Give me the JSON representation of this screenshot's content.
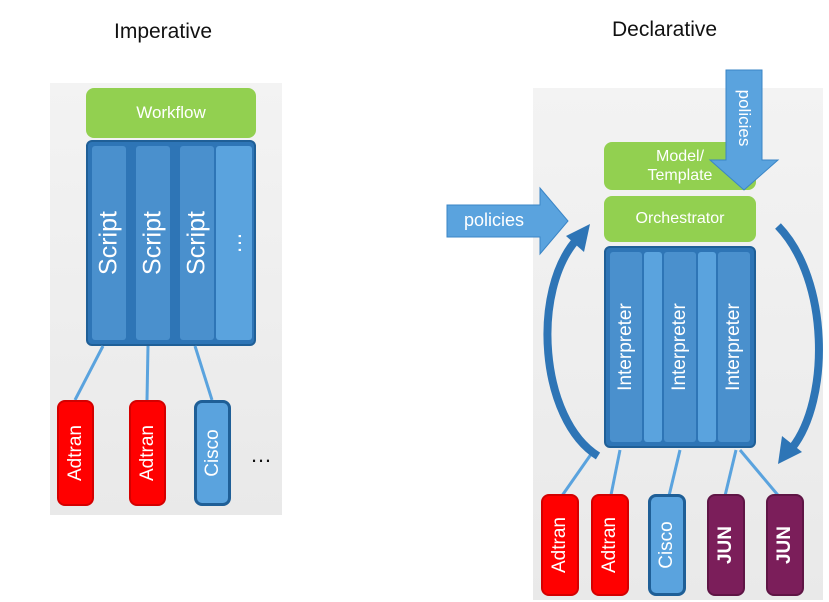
{
  "imperative": {
    "title": "Imperative",
    "workflow": "Workflow",
    "scripts": [
      "Script",
      "Script",
      "Script"
    ],
    "script_more": "…",
    "devices": [
      "Adtran",
      "Adtran",
      "Cisco"
    ],
    "device_more": "…"
  },
  "declarative": {
    "title": "Declarative",
    "model": "Model/ Template",
    "orchestrator": "Orchestrator",
    "policies_top": "policies",
    "policies_left": "policies",
    "interpreters": [
      "Interpreter",
      "Interpreter",
      "Interpreter"
    ],
    "devices": [
      "Adtran",
      "Adtran",
      "Cisco",
      "JUN",
      "JUN"
    ]
  },
  "colors": {
    "green": "#92d050",
    "blue_dark": "#2e75b6",
    "blue_light": "#5aa3de",
    "red": "#ff0000",
    "purple": "#7b1e5a"
  }
}
